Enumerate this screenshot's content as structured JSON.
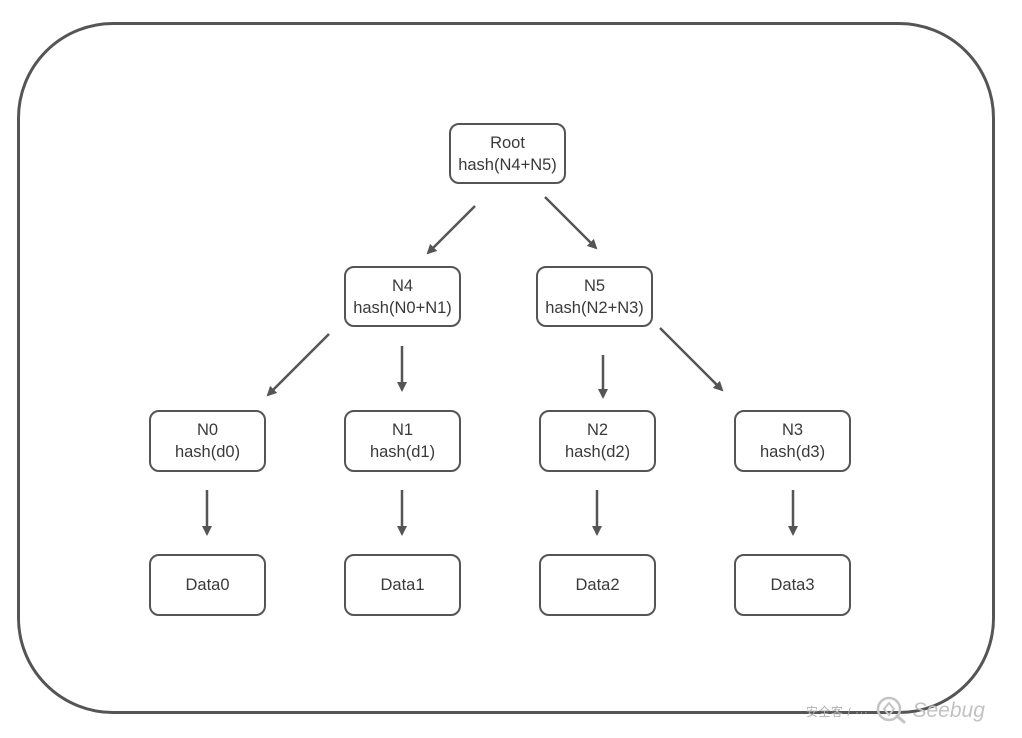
{
  "diagram": {
    "nodes": {
      "root": {
        "line1": "Root",
        "line2": "hash(N4+N5)"
      },
      "n4": {
        "line1": "N4",
        "line2": "hash(N0+N1)"
      },
      "n5": {
        "line1": "N5",
        "line2": "hash(N2+N3)"
      },
      "n0": {
        "line1": "N0",
        "line2": "hash(d0)"
      },
      "n1": {
        "line1": "N1",
        "line2": "hash(d1)"
      },
      "n2": {
        "line1": "N2",
        "line2": "hash(d2)"
      },
      "n3": {
        "line1": "N3",
        "line2": "hash(d3)"
      },
      "data0": {
        "label": "Data0"
      },
      "data1": {
        "label": "Data1"
      },
      "data2": {
        "label": "Data2"
      },
      "data3": {
        "label": "Data3"
      }
    },
    "edges": [
      {
        "from": "root",
        "to": "n4"
      },
      {
        "from": "root",
        "to": "n5"
      },
      {
        "from": "n4",
        "to": "n0"
      },
      {
        "from": "n4",
        "to": "n1"
      },
      {
        "from": "n5",
        "to": "n2"
      },
      {
        "from": "n5",
        "to": "n3"
      },
      {
        "from": "n0",
        "to": "data0"
      },
      {
        "from": "n1",
        "to": "data1"
      },
      {
        "from": "n2",
        "to": "data2"
      },
      {
        "from": "n3",
        "to": "data3"
      }
    ]
  },
  "watermark": {
    "prefix": "安全客 / ···",
    "brand": "Seebug",
    "icon": "seebug-logo-icon"
  },
  "colors": {
    "stroke": "#555555",
    "text": "#3a3a3a",
    "watermark": "#c2c2c2"
  }
}
